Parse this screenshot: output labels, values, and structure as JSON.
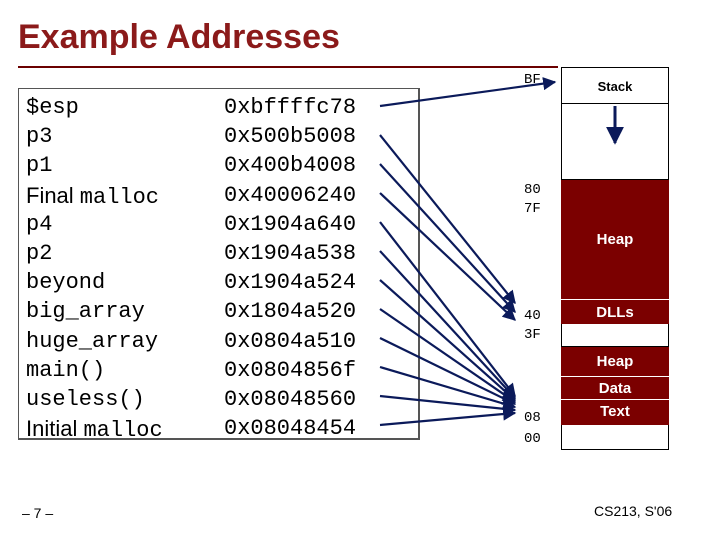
{
  "slide": {
    "title": "Example Addresses",
    "page_number": "– 7 –",
    "course": "CS213, S'06"
  },
  "variables": [
    {
      "name": "$esp",
      "addr": "0xbffffc78"
    },
    {
      "name": "p3",
      "addr": "0x500b5008"
    },
    {
      "name": "p1",
      "addr": "0x400b4008"
    },
    {
      "prefix": "Final ",
      "name": "malloc",
      "addr": "0x40006240"
    },
    {
      "name": "p4",
      "addr": "0x1904a640"
    },
    {
      "name": "p2",
      "addr": "0x1904a538"
    },
    {
      "name": "beyond",
      "addr": "0x1904a524"
    },
    {
      "name": "big_array",
      "addr": "0x1804a520"
    },
    {
      "name": "huge_array",
      "addr": "0x0804a510"
    },
    {
      "name": "main()",
      "addr": "0x0804856f"
    },
    {
      "name": "useless()",
      "addr": "0x08048560"
    },
    {
      "prefix": "Initial ",
      "name": "malloc",
      "addr": "0x08048454"
    }
  ],
  "address_labels": [
    "BF",
    "80",
    "7F",
    "40",
    "3F",
    "08",
    "00"
  ],
  "memory_map": {
    "stack": "Stack",
    "heap_upper": "Heap",
    "dlls": "DLLs",
    "heap_lower": "Heap",
    "data": "Data",
    "text": "Text"
  },
  "colors": {
    "title": "#8b1a1a",
    "heap": "#7b0000",
    "dlls": "#7b0000",
    "lower_segments": "#7b0000",
    "arrow": "#0b1a5a"
  }
}
